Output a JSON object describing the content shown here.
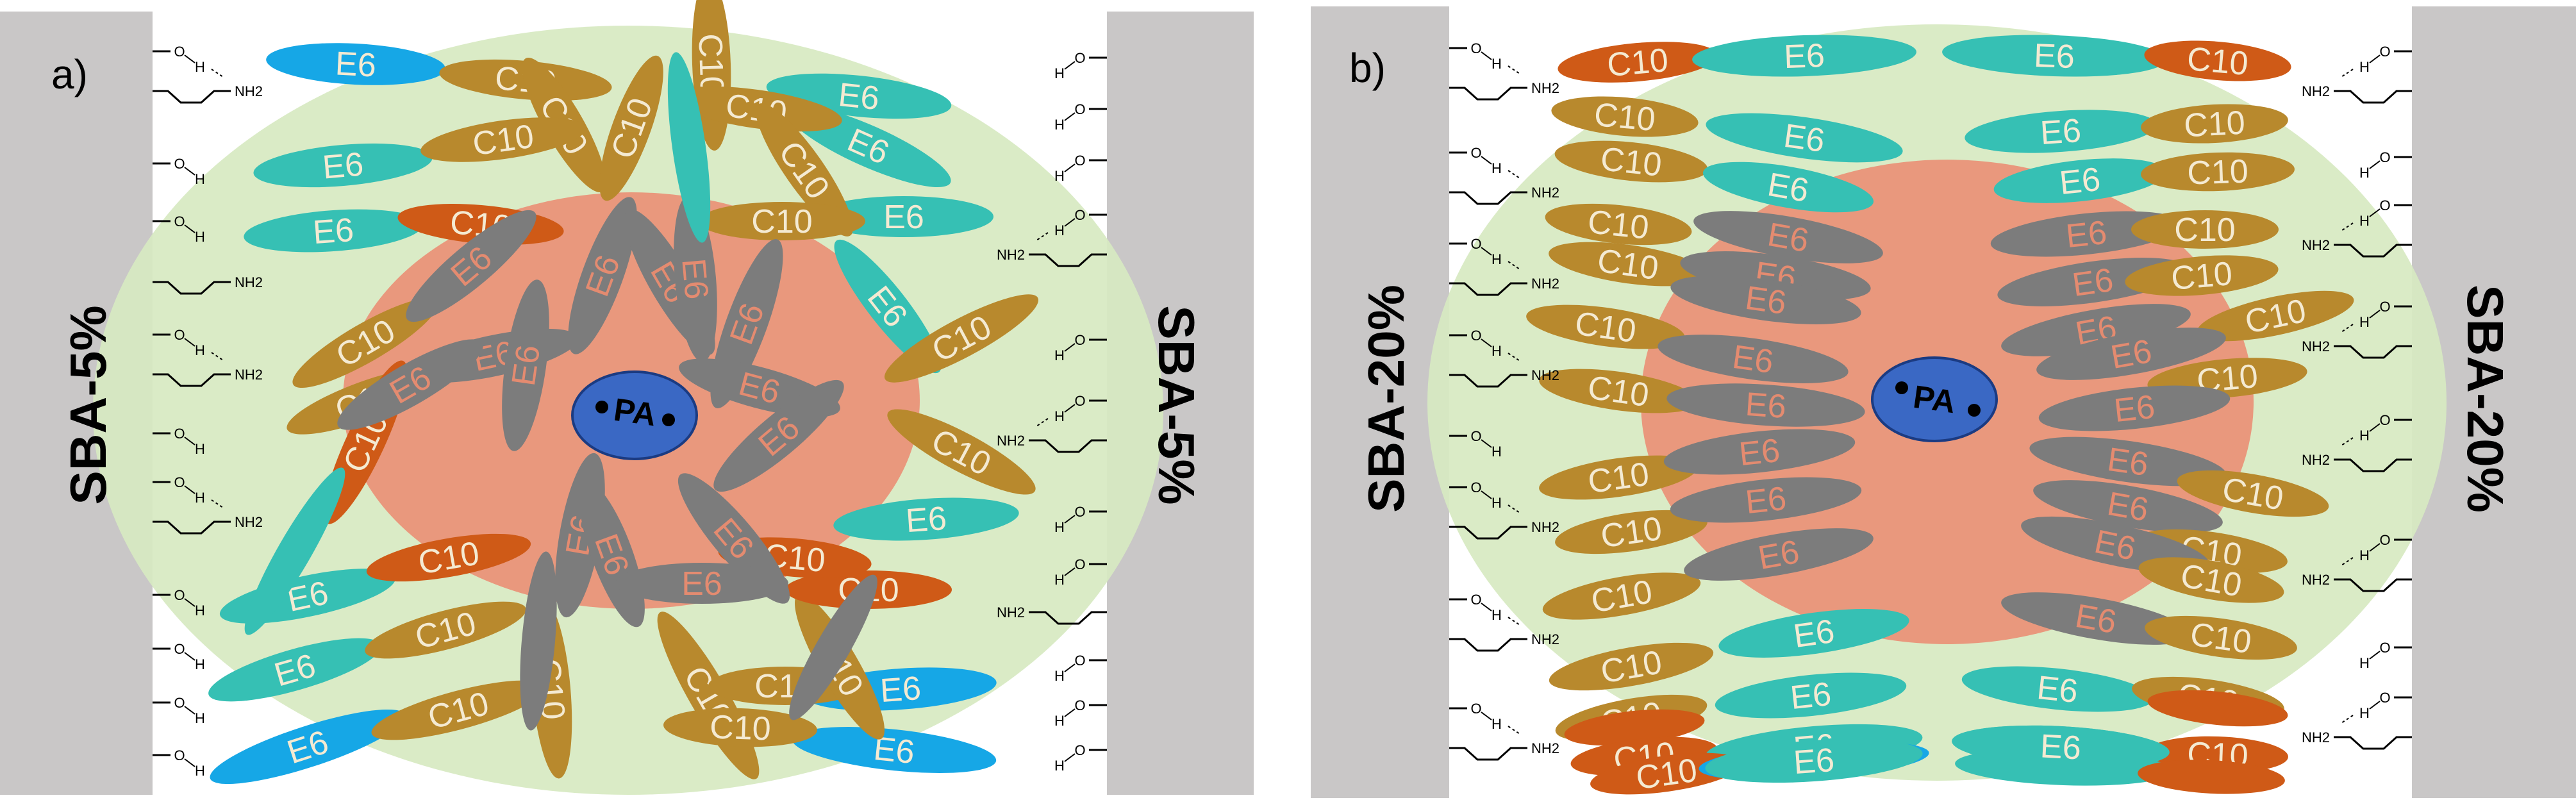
{
  "colors": {
    "wall": "#c9c7c7",
    "cloud": "#d7eac2",
    "core": "#e9987d",
    "pa": "#3a68c4",
    "e6_cyan": "#36c0b4",
    "e6_blue": "#16a7e6",
    "c10_gold": "#b8892d",
    "c10_orange": "#cf5a17",
    "grey": "#7c7c7c"
  },
  "labels": {
    "e6": "E6",
    "c10": "C10",
    "pa": "PA"
  },
  "surface_groups": {
    "oh": "O",
    "h": "H",
    "nh2": "NH2"
  },
  "panels": [
    {
      "id": "a",
      "letter": "a)",
      "left_label": "SBA-5%",
      "right_label": "SBA-5%",
      "arrangement": "random"
    },
    {
      "id": "b",
      "letter": "b)",
      "left_label": "SBA-20%",
      "right_label": "SBA-20%",
      "arrangement": "ordered"
    }
  ]
}
